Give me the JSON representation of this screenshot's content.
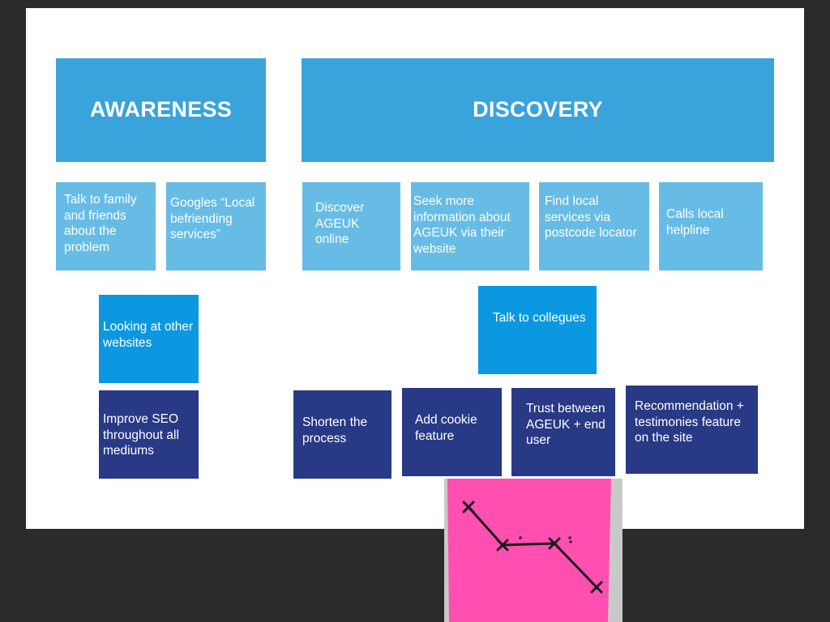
{
  "headers": {
    "awareness": "AWARENESS",
    "discovery": "DISCOVERY"
  },
  "awareness": {
    "talk_family": "Talk to family and friends about the problem",
    "googles": "Googles “Local befriending services”",
    "looking_websites": "Looking at other websites",
    "improve_seo": "Improve SEO throughout all mediums"
  },
  "discovery": {
    "discover_ageuk": "Discover AGEUK online",
    "seek_info": "Seek more information about AGEUK via their website",
    "find_local": "Find local services via postcode locator",
    "calls_helpline": "Calls local helpline",
    "talk_collegues": "Talk to collegues",
    "shorten_process": "Shorten the process",
    "add_cookie": "Add cookie feature",
    "trust": "Trust between AGEUK + end user",
    "recommendation": "Recommendation + testimonies feature on the site"
  },
  "colors": {
    "header": "#39a3db",
    "step": "#67bce6",
    "insight": "#0c98e1",
    "action": "#283985",
    "sticky_note": "#ff4fb0"
  },
  "sticky_note": {
    "icon": "hand-drawn-journey-line-icon"
  }
}
